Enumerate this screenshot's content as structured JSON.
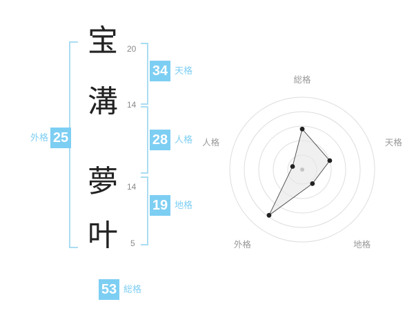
{
  "name_column": {
    "characters": [
      {
        "char": "宝",
        "strokes": "20"
      },
      {
        "char": "溝",
        "strokes": "14"
      },
      {
        "char": "夢",
        "strokes": "14"
      },
      {
        "char": "叶",
        "strokes": "5"
      }
    ]
  },
  "scores": {
    "tenkaku": {
      "value": "34",
      "label": "天格"
    },
    "jinkaku": {
      "value": "28",
      "label": "人格"
    },
    "chikaku": {
      "value": "19",
      "label": "地格"
    },
    "gaikaku": {
      "value": "25",
      "label": "外格"
    },
    "soukaku": {
      "value": "53",
      "label": "総格"
    }
  },
  "colors": {
    "accent": "#7dcef3",
    "bracket": "#aadcf2",
    "ring": "#dddddd",
    "polygon_fill": "#e8e8e8",
    "polygon_stroke": "#555555",
    "point": "#222222",
    "label": "#999999"
  },
  "chart_data": {
    "type": "radar",
    "title": "",
    "categories": [
      "総格",
      "天格",
      "地格",
      "外格",
      "人格"
    ],
    "values": [
      2.8,
      2.0,
      1.2,
      3.9,
      0.7
    ],
    "score_values": {
      "総格": 53,
      "天格": 34,
      "地格": 19,
      "外格": 25,
      "人格": 28
    },
    "max": 5,
    "rings": 5,
    "start_angle_deg": -90,
    "direction": "clockwise",
    "legend": "off",
    "grid": "concentric-circles"
  }
}
